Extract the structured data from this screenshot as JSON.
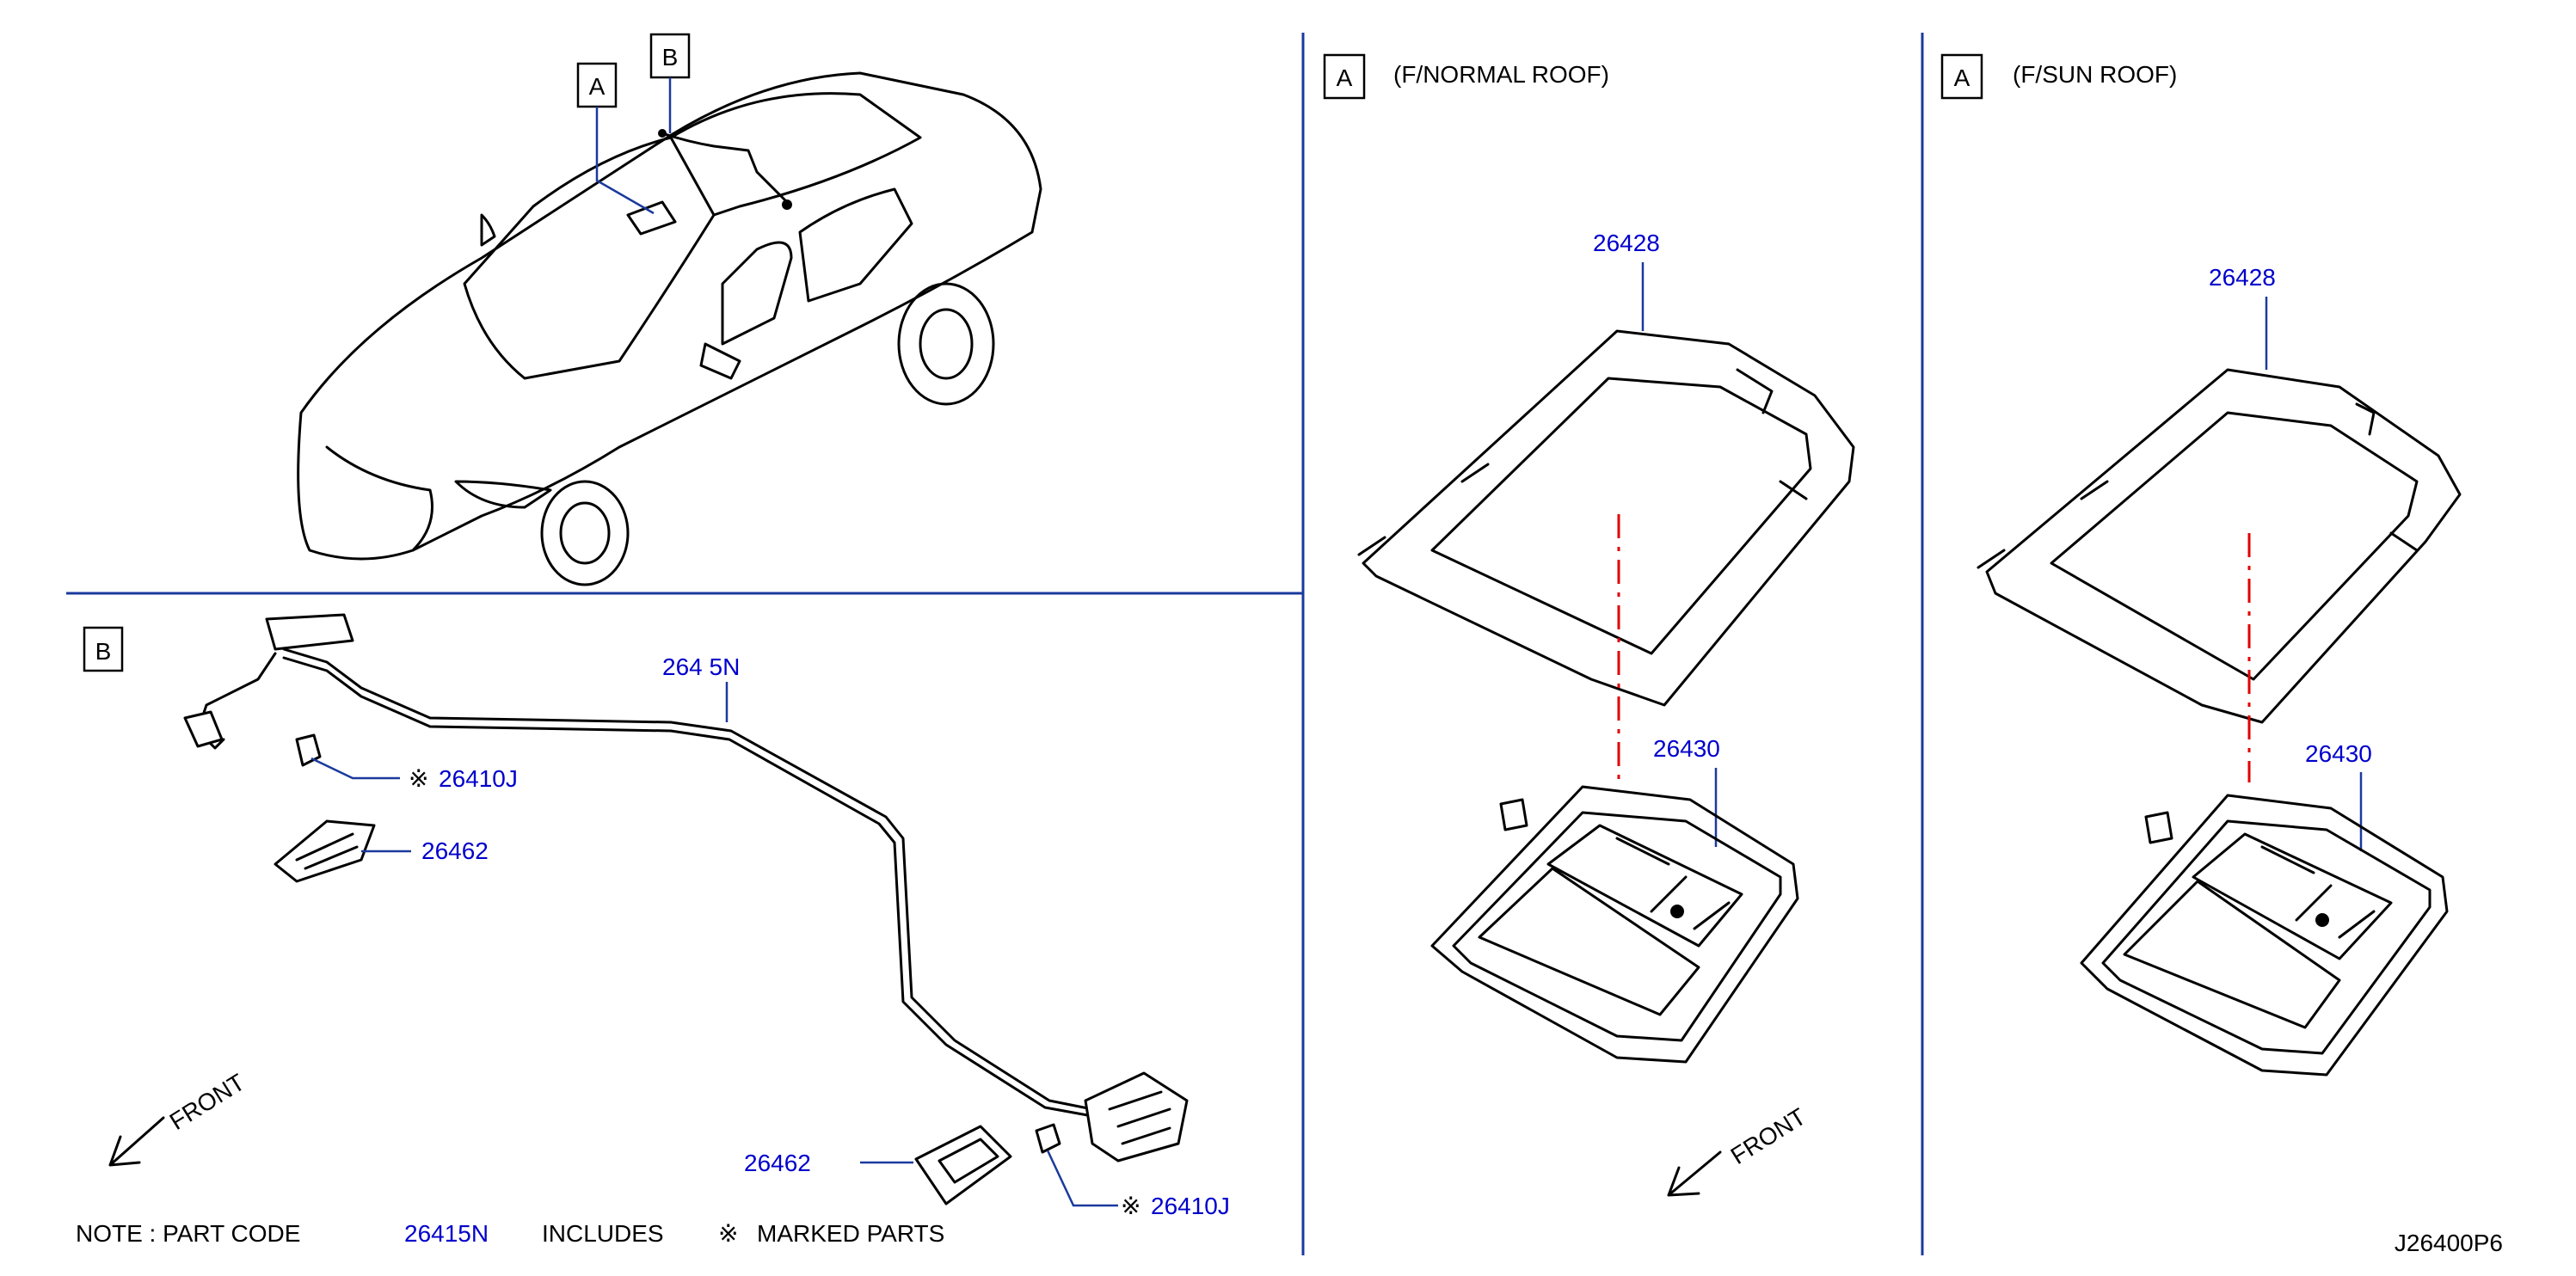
{
  "callouts": {
    "a_top": "A",
    "b_top": "B",
    "b_section": "B",
    "a_normal": "A",
    "a_sun": "A"
  },
  "panels": {
    "normal_roof_title": "(F/NORMAL   ROOF)",
    "sun_roof_title": "(F/SUN   ROOF)"
  },
  "parts": {
    "harness": "264 5N",
    "bulb_upper": "26410J",
    "map_lamp_rear_upper": "26462",
    "map_lamp_rear_lower": "26462",
    "bulb_lower": "26410J",
    "frame_normal": "26428",
    "console_normal": "26430",
    "frame_sun": "26428",
    "console_sun": "26430"
  },
  "marks": {
    "ref_mark": "※"
  },
  "front_labels": {
    "left": "FRONT",
    "right": "FRONT"
  },
  "note": {
    "prefix": "NOTE  :  PART   CODE",
    "part_code": "26415N",
    "suffix": "INCLUDES",
    "mark": "※",
    "tail": "MARKED   PARTS"
  },
  "diagram_id": "J26400P6",
  "colors": {
    "part_number": "#0000cc",
    "divider": "#1a3a9c",
    "centerline": "#e00000"
  }
}
